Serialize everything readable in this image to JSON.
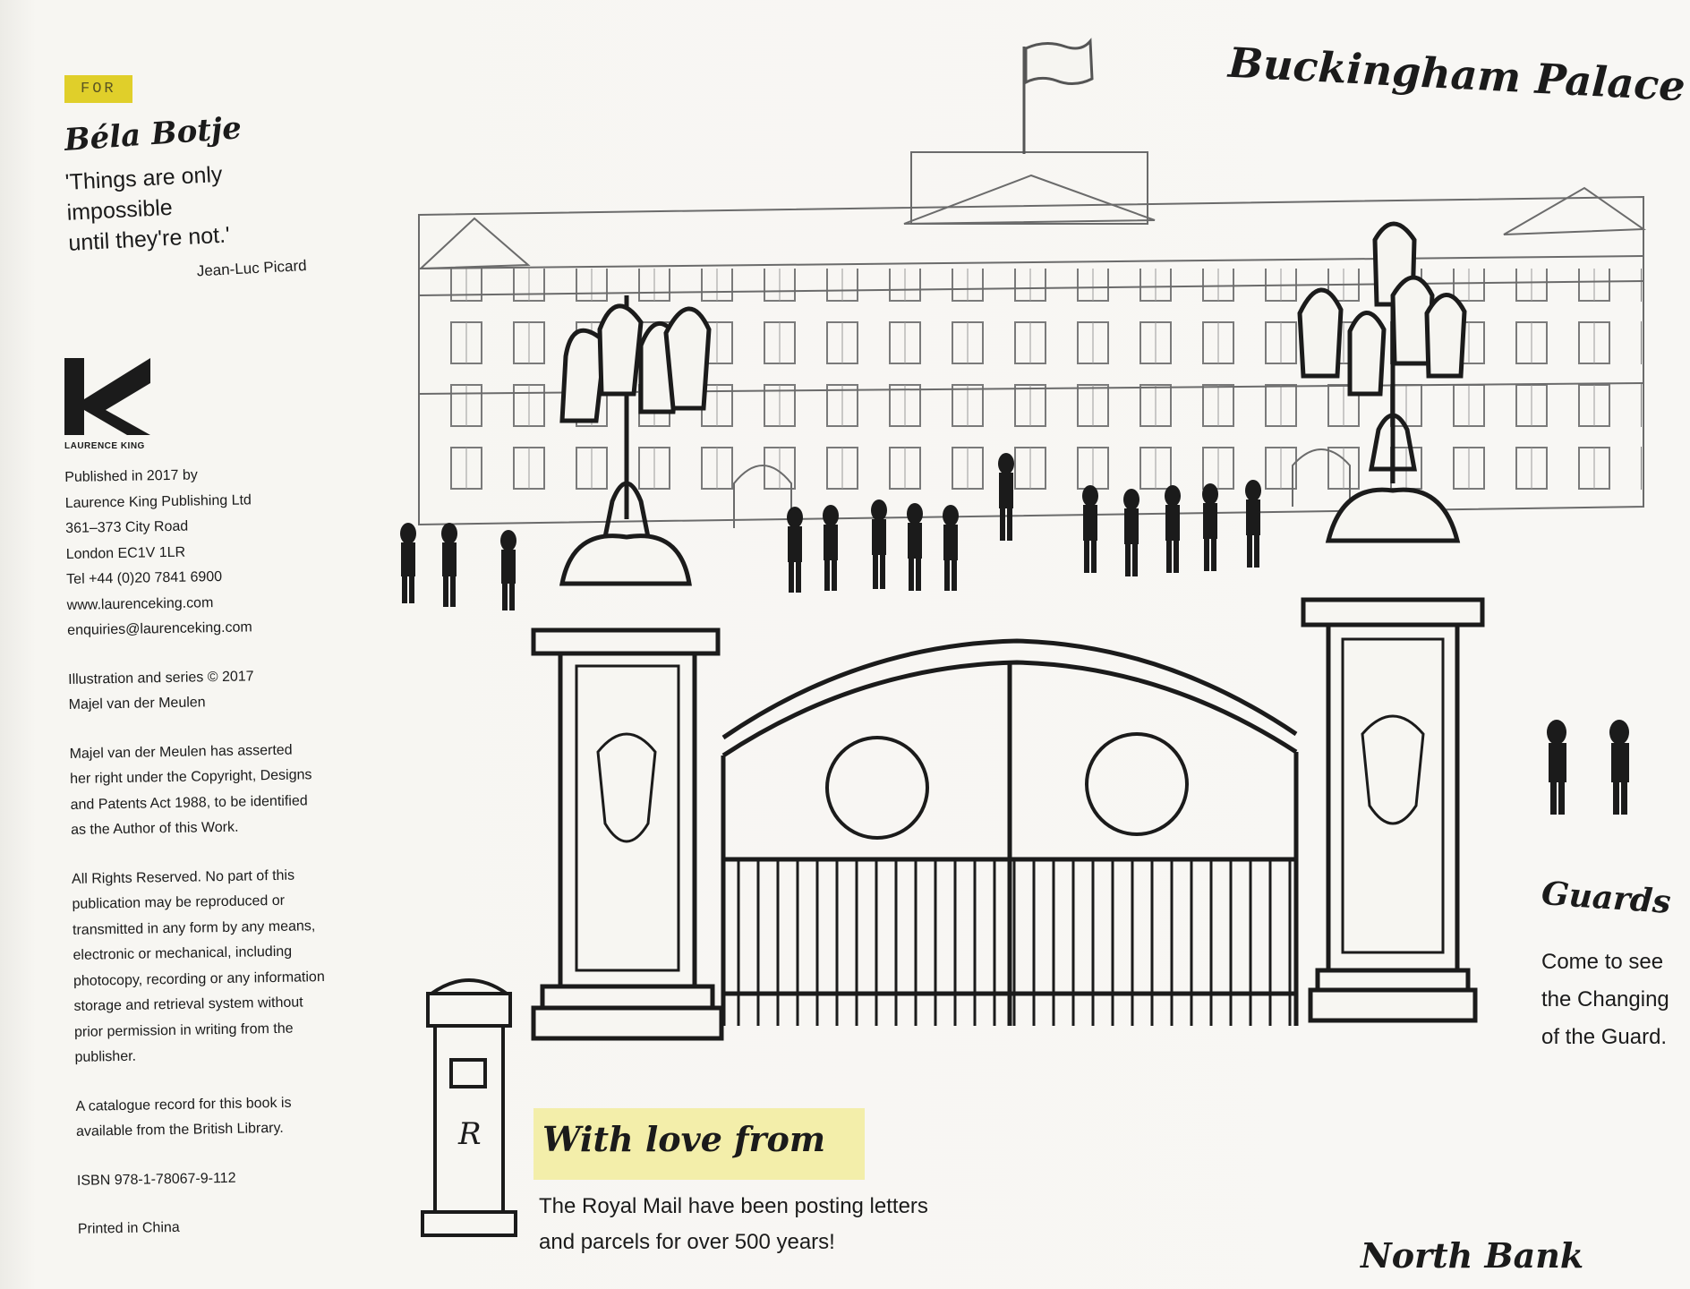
{
  "left_column": {
    "for_label": "FOR",
    "recipient": "Béla Botje",
    "quote_line1": "'Things are only impossible",
    "quote_line2": "until they're not.'",
    "quote_author": "Jean-Luc Picard",
    "logo_caption": "LAURENCE KING"
  },
  "imprint": {
    "publisher": [
      "Published in 2017 by",
      "Laurence King Publishing Ltd",
      "361–373 City Road",
      "London EC1V 1LR",
      "Tel +44 (0)20 7841 6900",
      "www.laurenceking.com",
      "enquiries@laurenceking.com"
    ],
    "copyright": [
      "Illustration and series © 2017",
      "Majel van der Meulen"
    ],
    "assertion": [
      "Majel van der Meulen has asserted",
      "her right under the Copyright, Designs",
      "and Patents Act 1988, to be identified",
      "as the Author of this Work."
    ],
    "rights": [
      "All Rights Reserved. No part of this",
      "publication may be reproduced or",
      "transmitted in any form by any means,",
      "electronic or mechanical, including",
      "photocopy, recording or any information",
      "storage and retrieval system without",
      "prior permission in writing from the",
      "publisher."
    ],
    "catalogue": [
      "A catalogue record for this book is",
      "available from the British Library."
    ],
    "isbn": "ISBN 978-1-78067-9-112",
    "printed": "Printed in China"
  },
  "illustration": {
    "title": "Buckingham Palace",
    "guards_title": "Guards",
    "guards_text": [
      "Come to see",
      "the Changing",
      "of the Guard."
    ],
    "love_title": "With love from",
    "love_text": [
      "The Royal Mail have been posting letters",
      "and parcels for over 500 years!"
    ],
    "postbox_letter": "R",
    "bottom_label": "North Bank"
  },
  "colors": {
    "highlight_yellow": "#e0cf2a",
    "pale_yellow": "#f3eeaa",
    "ink": "#1b1b1b",
    "pencil": "#6b6b6b"
  }
}
